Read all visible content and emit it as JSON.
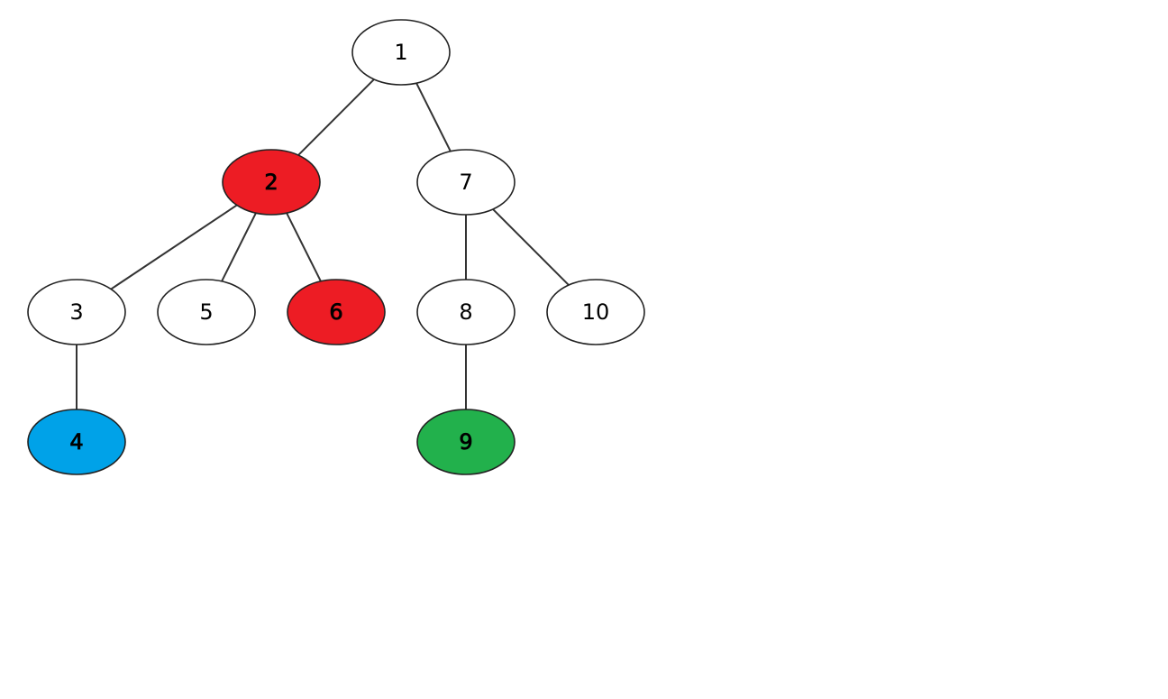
{
  "diagram": {
    "type": "tree",
    "nodes": [
      {
        "id": "1",
        "label": "1",
        "fill": "#ffffff"
      },
      {
        "id": "2",
        "label": "2",
        "fill": "#ed1c24"
      },
      {
        "id": "7",
        "label": "7",
        "fill": "#ffffff"
      },
      {
        "id": "3",
        "label": "3",
        "fill": "#ffffff"
      },
      {
        "id": "5",
        "label": "5",
        "fill": "#ffffff"
      },
      {
        "id": "6",
        "label": "6",
        "fill": "#ed1c24"
      },
      {
        "id": "8",
        "label": "8",
        "fill": "#ffffff"
      },
      {
        "id": "10",
        "label": "10",
        "fill": "#ffffff"
      },
      {
        "id": "4",
        "label": "4",
        "fill": "#00a2e8"
      },
      {
        "id": "9",
        "label": "9",
        "fill": "#22b14c"
      }
    ],
    "edges": [
      {
        "from": "1",
        "to": "2"
      },
      {
        "from": "1",
        "to": "7"
      },
      {
        "from": "2",
        "to": "3"
      },
      {
        "from": "2",
        "to": "5"
      },
      {
        "from": "2",
        "to": "6"
      },
      {
        "from": "7",
        "to": "8"
      },
      {
        "from": "7",
        "to": "10"
      },
      {
        "from": "3",
        "to": "4"
      },
      {
        "from": "8",
        "to": "9"
      }
    ]
  }
}
